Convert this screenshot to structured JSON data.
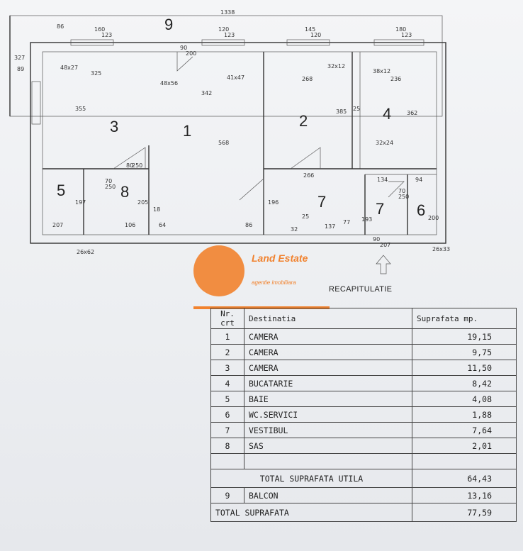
{
  "plan": {
    "room_numbers": [
      "9",
      "1",
      "2",
      "3",
      "4",
      "5",
      "6",
      "7",
      "7",
      "8"
    ],
    "dims": [
      "1338",
      "86",
      "160",
      "123",
      "120",
      "123",
      "145",
      "120",
      "180",
      "123",
      "90",
      "200",
      "48x27",
      "325",
      "38x12",
      "236",
      "32x12",
      "268",
      "41x47",
      "342",
      "48x56",
      "327",
      "89",
      "355",
      "568",
      "385",
      "362",
      "25",
      "32x24",
      "80",
      "250",
      "266",
      "196",
      "70",
      "250",
      "134",
      "94",
      "70",
      "250",
      "197",
      "205",
      "18",
      "193",
      "207",
      "106",
      "64",
      "86",
      "32",
      "25",
      "137",
      "77",
      "90",
      "207",
      "200",
      "26x62",
      "26x33"
    ]
  },
  "logo": {
    "brand": "Land Estate",
    "tagline": "agentie imobiliara",
    "color": "#f1822e"
  },
  "recap": {
    "title": "RECAPITULATIE",
    "headers": {
      "nr": "Nr. crt",
      "dest": "Destinatia",
      "area": "Suprafata mp."
    },
    "rows": [
      {
        "nr": "1",
        "dest": "CAMERA",
        "area": "19,15"
      },
      {
        "nr": "2",
        "dest": "CAMERA",
        "area": "9,75"
      },
      {
        "nr": "3",
        "dest": "CAMERA",
        "area": "11,50"
      },
      {
        "nr": "4",
        "dest": "BUCATARIE",
        "area": "8,42"
      },
      {
        "nr": "5",
        "dest": "BAIE",
        "area": "4,08"
      },
      {
        "nr": "6",
        "dest": "WC.SERVICI",
        "area": "1,88"
      },
      {
        "nr": "7",
        "dest": "VESTIBUL",
        "area": "7,64"
      },
      {
        "nr": "8",
        "dest": "SAS",
        "area": "2,01"
      }
    ],
    "total_util_label": "TOTAL SUPRAFATA UTILA",
    "total_util_value": "64,43",
    "balcon_nr": "9",
    "balcon_label": "BALCON",
    "balcon_value": "13,16",
    "total_label": "TOTAL SUPRAFATA",
    "total_value": "77,59"
  }
}
